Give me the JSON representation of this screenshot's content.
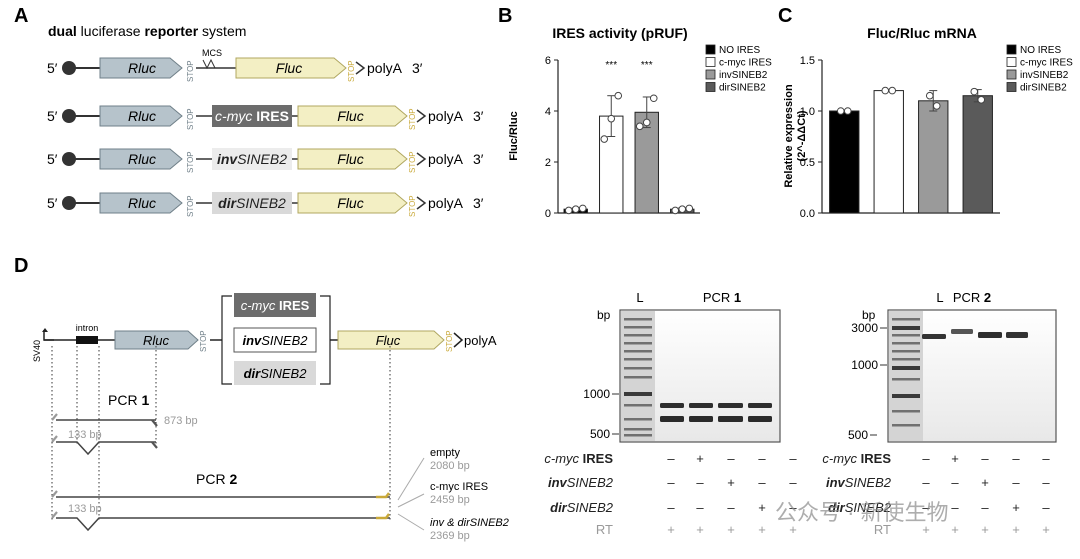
{
  "panels": {
    "a": "A",
    "b": "B",
    "c": "C",
    "d": "D"
  },
  "panel_a": {
    "title_parts": [
      "dual",
      " luciferase ",
      "reporter",
      " system"
    ],
    "five_prime": "5′",
    "three_prime": "3′",
    "polyA": "polyA",
    "rluc": "Rluc",
    "fluc": "Fluc",
    "stop": "STOP",
    "mcs": "MCS",
    "inserts": [
      {
        "pre": "c-myc ",
        "bold": "IRES",
        "style": "dark"
      },
      {
        "pre": "inv",
        "bold_pre": true,
        "post": "SINEB2",
        "style": "light"
      },
      {
        "pre": "dir",
        "bold_pre": true,
        "post": "SINEB2",
        "style": "mid"
      }
    ]
  },
  "chart_data": [
    {
      "type": "bar",
      "title": "IRES activity (pRUF)",
      "ylabel": "Fluc/Rluc",
      "ylim": [
        0,
        6
      ],
      "yticks": [
        "0",
        "2",
        "4",
        "6"
      ],
      "categories": [
        "NO IRES",
        "c-myc IRES",
        "invSINEB2",
        "dirSINEB2"
      ],
      "values": [
        0.15,
        3.8,
        3.95,
        0.15
      ],
      "errors": [
        0.05,
        0.8,
        0.6,
        0.05
      ],
      "points": [
        [
          0.1,
          0.15,
          0.18
        ],
        [
          2.9,
          3.7,
          4.6
        ],
        [
          3.4,
          3.55,
          4.5
        ],
        [
          0.1,
          0.15,
          0.18
        ]
      ],
      "significance": [
        "",
        "***",
        "***",
        ""
      ],
      "colors": [
        "#000000",
        "#ffffff",
        "#9a9a9a",
        "#5a5a5a"
      ]
    },
    {
      "type": "bar",
      "title": "Fluc/Rluc mRNA",
      "ylabel": "Relative expression (2^-ΔΔCt)",
      "ylabel_lines": [
        "Relative expression",
        "(2^-ΔΔCt)"
      ],
      "ylim": [
        0,
        1.5
      ],
      "yticks": [
        "0.0",
        "0.5",
        "1.0",
        "1.5"
      ],
      "categories": [
        "NO IRES",
        "c-myc IRES",
        "invSINEB2",
        "dirSINEB2"
      ],
      "values": [
        1.0,
        1.2,
        1.1,
        1.15
      ],
      "errors": [
        0.01,
        0.01,
        0.1,
        0.06
      ],
      "points": [
        [
          1.0,
          1.0
        ],
        [
          1.2,
          1.2
        ],
        [
          1.15,
          1.05
        ],
        [
          1.19,
          1.11
        ]
      ],
      "colors": [
        "#000000",
        "#ffffff",
        "#9a9a9a",
        "#5a5a5a"
      ]
    }
  ],
  "panel_d": {
    "sv40": "SV40",
    "intron": "intron",
    "rluc": "Rluc",
    "fluc": "Fluc",
    "polyA": "polyA",
    "stop": "STOP",
    "inserts": [
      {
        "pre": "c-myc ",
        "bold": "IRES"
      },
      {
        "pre": "inv",
        "post": "SINEB2"
      },
      {
        "pre": "dir",
        "post": "SINEB2"
      }
    ],
    "pcr1": {
      "label": "PCR ",
      "num": "1",
      "size_a": "873 bp",
      "size_b": "133 bp"
    },
    "pcr2": {
      "label": "PCR ",
      "num": "2",
      "size_b": "133 bp"
    },
    "products": [
      {
        "name": "empty",
        "bp": "2080 bp"
      },
      {
        "name": "c-myc IRES",
        "bp": "2459 bp"
      },
      {
        "name": "inv & dirSINEB2",
        "bp": "2369 bp"
      }
    ]
  },
  "gels": [
    {
      "title_pre": "PCR ",
      "title_num": "1",
      "ladder": "L",
      "bp": "bp",
      "markers": [
        "1000",
        "500"
      ]
    },
    {
      "title_pre": "PCR ",
      "title_num": "2",
      "ladder": "L",
      "bp": "bp",
      "markers": [
        "3000",
        "1000",
        "500"
      ]
    }
  ],
  "gel_table": {
    "rows": [
      {
        "pre": "c-myc ",
        "bold": "IRES",
        "marks": [
          "–",
          "+",
          "–",
          "–",
          "–"
        ]
      },
      {
        "bold": "inv",
        "post": "SINEB2",
        "marks": [
          "–",
          "–",
          "+",
          "–",
          "–"
        ]
      },
      {
        "bold": "dir",
        "post": "SINEB2",
        "marks": [
          "–",
          "–",
          "–",
          "+",
          "–"
        ]
      },
      {
        "plain": "RT",
        "marks": [
          "+",
          "+",
          "+",
          "+",
          "+"
        ]
      }
    ]
  },
  "watermark": "公众号 · 新使生物"
}
